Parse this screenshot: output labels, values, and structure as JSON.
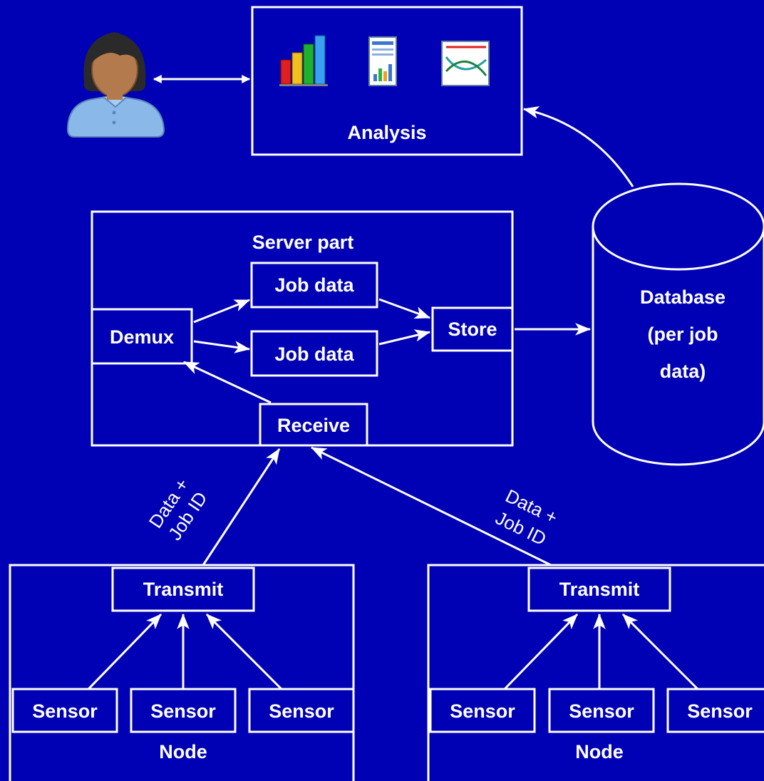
{
  "colors": {
    "background": "#0000b4",
    "foreground": "#ffffff"
  },
  "analysis": {
    "title": "Analysis",
    "icons": [
      "bar-chart-icon",
      "report-icon",
      "line-chart-icon"
    ]
  },
  "user": {
    "icon": "user-avatar-icon"
  },
  "server": {
    "title": "Server part",
    "job_data_top": "Job data",
    "job_data_bottom": "Job data",
    "demux": "Demux",
    "store": "Store",
    "receive": "Receive"
  },
  "database": {
    "lines": [
      "Database",
      "(per job",
      "data)"
    ]
  },
  "edges": {
    "left": {
      "line1": "Data +",
      "line2": "Job ID"
    },
    "right": {
      "line1": "Data +",
      "line2": "Job ID"
    }
  },
  "nodes": [
    {
      "title": "Node",
      "transmit": "Transmit",
      "sensors": [
        "Sensor",
        "Sensor",
        "Sensor"
      ]
    },
    {
      "title": "Node",
      "transmit": "Transmit",
      "sensors": [
        "Sensor",
        "Sensor",
        "Sensor"
      ]
    }
  ]
}
